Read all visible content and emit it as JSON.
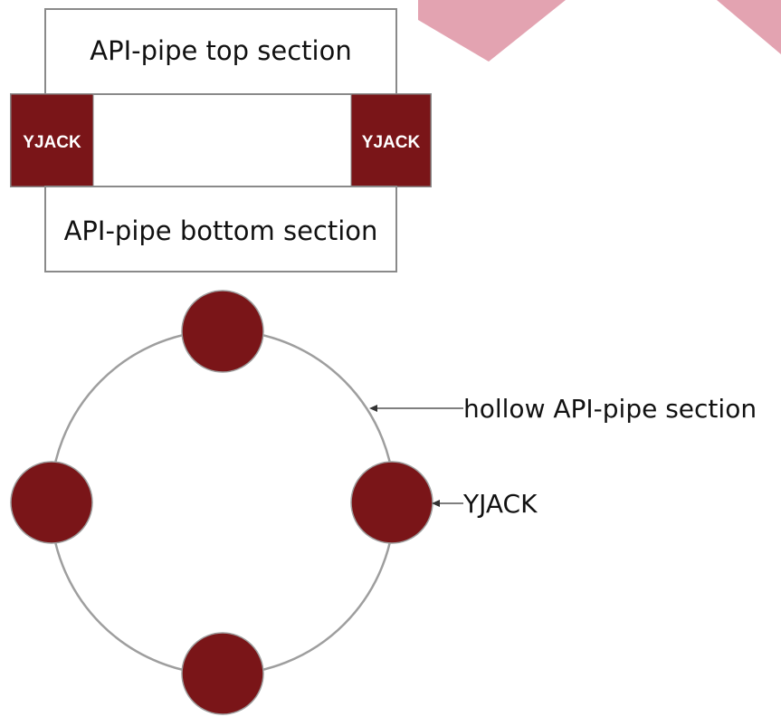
{
  "side_view": {
    "top_section_label": "API-pipe top section",
    "bottom_section_label": "API-pipe bottom section",
    "left_jack_label": "YJACK",
    "right_jack_label": "YJACK"
  },
  "top_view": {
    "pipe_callout": "hollow API-pipe section",
    "jack_callout": "YJACK",
    "jack_count": 4
  },
  "colors": {
    "jack_fill": "#7a1518",
    "pipe_outline": "#9e9e9e",
    "frame_stroke": "#8a8a8a",
    "leader_line": "#333333",
    "background_stripe": "#e3a3b1"
  }
}
